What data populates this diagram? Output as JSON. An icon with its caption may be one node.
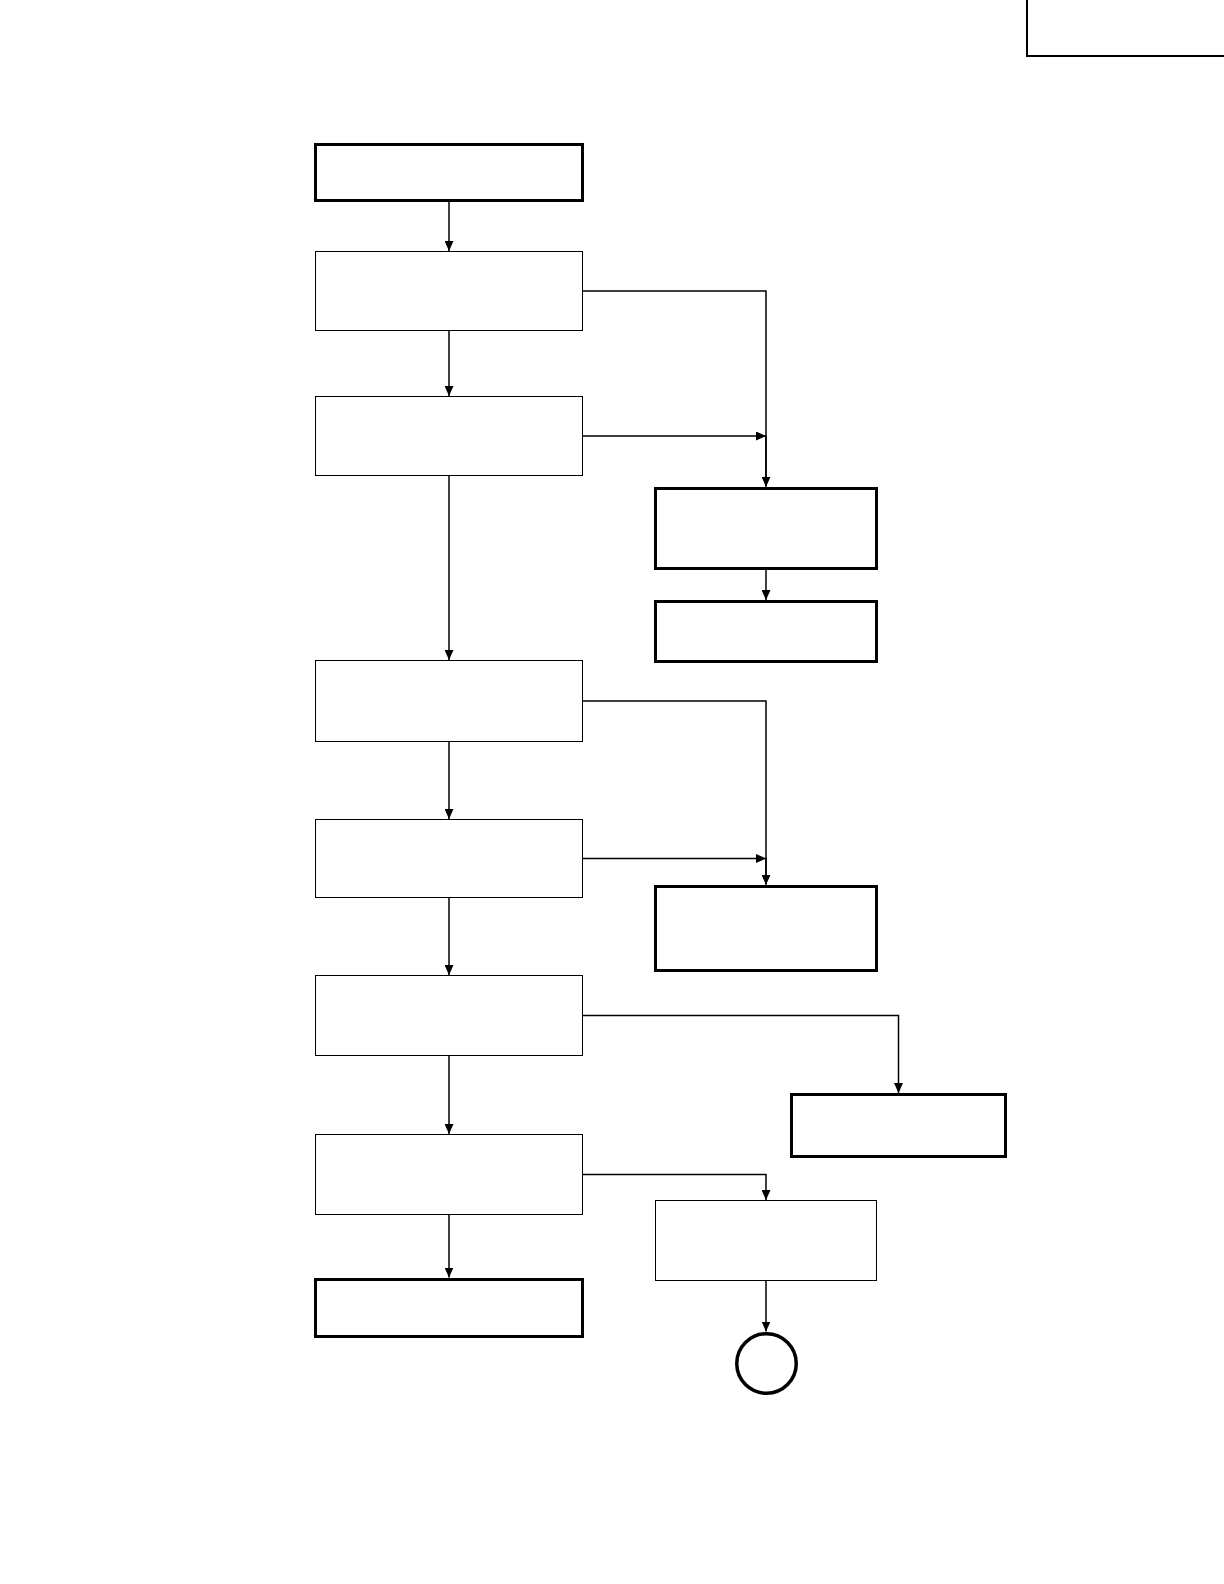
{
  "diagram": {
    "nodes": [
      {
        "text": [],
        "shape": "box"
      },
      {
        "text": [],
        "shape": "box"
      },
      {
        "text": [],
        "shape": "box"
      },
      {
        "text": [],
        "shape": "box"
      },
      {
        "text": [],
        "shape": "box"
      },
      {
        "text": [],
        "shape": "box"
      },
      {
        "text": [],
        "shape": "box"
      },
      {
        "text": [],
        "shape": "box"
      },
      {
        "text": [],
        "shape": "box"
      },
      {
        "text": [],
        "shape": "box"
      },
      {
        "text": [],
        "shape": "box"
      },
      {
        "text": [],
        "shape": "box"
      },
      {
        "text": [],
        "shape": "box"
      },
      {
        "text": [],
        "shape": "box"
      },
      {
        "text": [],
        "shape": "circle"
      }
    ],
    "edges": [
      {
        "from": 1,
        "to": 2,
        "arrow": "to"
      },
      {
        "from": 2,
        "to": 3,
        "arrow": "to"
      },
      {
        "from": 2,
        "to": 4,
        "arrow": "to"
      },
      {
        "from": 3,
        "to": 4,
        "arrow": "to"
      },
      {
        "from": 3,
        "to": 6,
        "arrow": "to"
      },
      {
        "from": 4,
        "to": 5,
        "arrow": "to"
      },
      {
        "from": 6,
        "to": 7,
        "arrow": "to"
      },
      {
        "from": 6,
        "to": 8,
        "arrow": "to"
      },
      {
        "from": 7,
        "to": 8,
        "arrow": "to"
      },
      {
        "from": 7,
        "to": 9,
        "arrow": "to"
      },
      {
        "from": 9,
        "to": 10,
        "arrow": "to"
      },
      {
        "from": 9,
        "to": 11,
        "arrow": "to"
      },
      {
        "from": 11,
        "to": 12,
        "arrow": "to"
      },
      {
        "from": 11,
        "to": 13,
        "arrow": "to"
      },
      {
        "from": 12,
        "to": 14,
        "arrow": "to"
      }
    ]
  }
}
